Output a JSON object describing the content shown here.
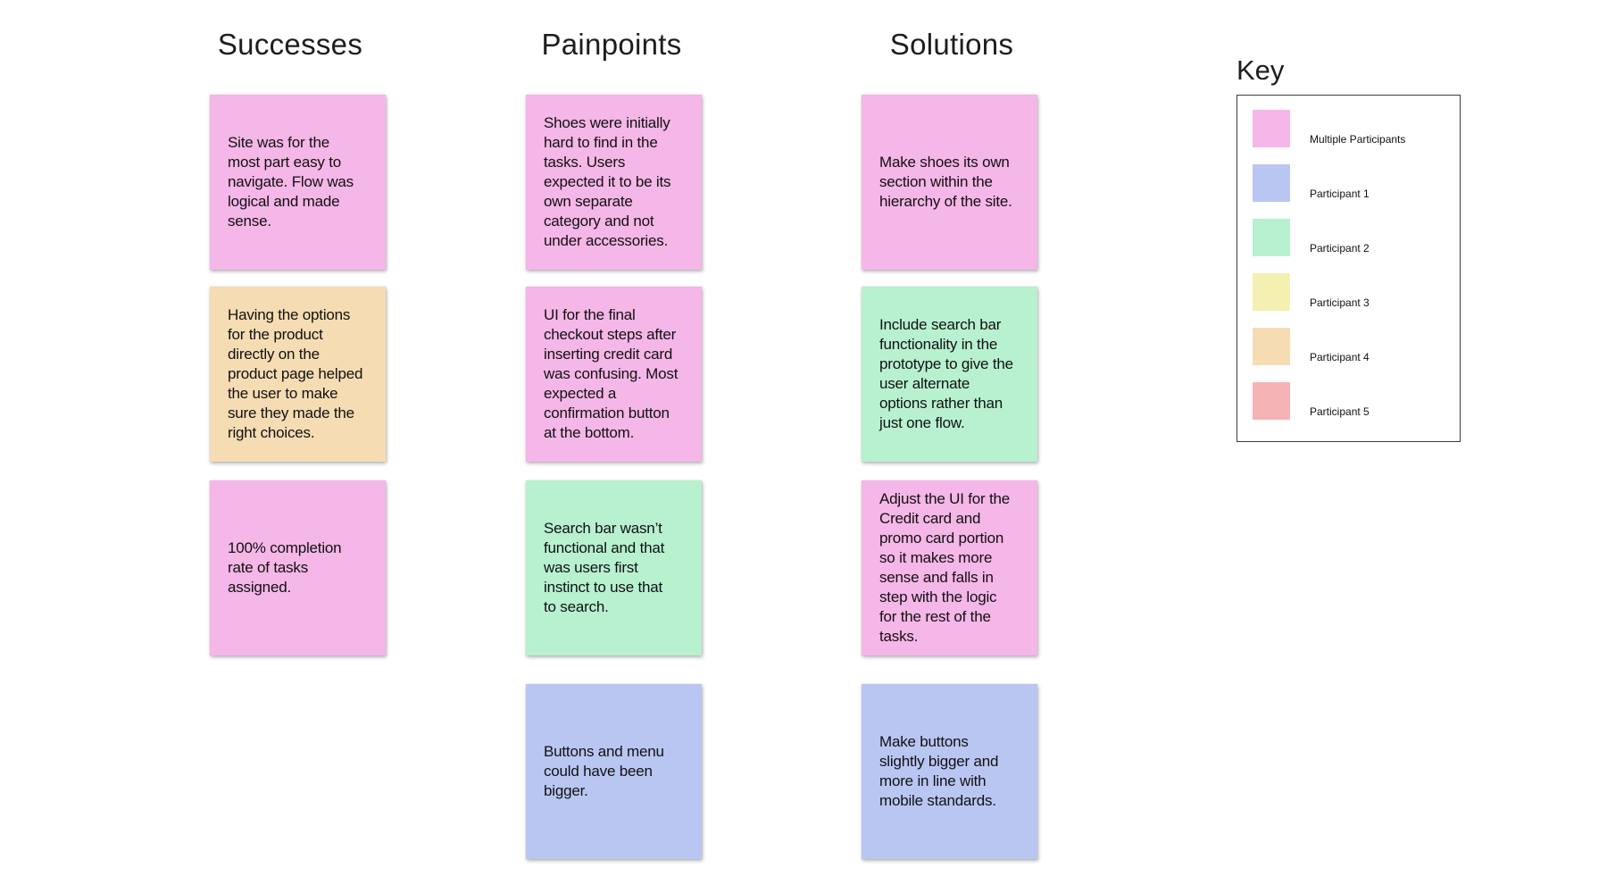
{
  "board": {
    "columns": [
      {
        "title": "Successes",
        "notes": [
          {
            "text": "Site was for the\nmost part easy to\nnavigate. Flow was\nlogical and made\nsense.",
            "participant": "multiple"
          },
          {
            "text": "Having the options\nfor the product\ndirectly on the\nproduct page helped\nthe user to make\nsure they made the\nright choices.",
            "participant": "participant4"
          },
          {
            "text": "100% completion\nrate of tasks\nassigned.",
            "participant": "multiple"
          }
        ]
      },
      {
        "title": "Painpoints",
        "notes": [
          {
            "text": "Shoes were initially\nhard to find in the\ntasks. Users\nexpected it to be its\nown separate\ncategory and not\nunder accessories.",
            "participant": "multiple"
          },
          {
            "text": "UI for the final\ncheckout steps after\ninserting credit card\nwas confusing. Most\nexpected a\nconfirmation button\nat the bottom.",
            "participant": "multiple"
          },
          {
            "text": "Search bar wasn’t\nfunctional and that\nwas users first\ninstinct to use that\nto search.",
            "participant": "participant2"
          },
          {
            "text": "Buttons and menu\ncould have been\nbigger.",
            "participant": "participant1"
          }
        ]
      },
      {
        "title": "Solutions",
        "notes": [
          {
            "text": "Make shoes its own\nsection within the\nhierarchy of the site.",
            "participant": "multiple"
          },
          {
            "text": "Include search bar\nfunctionality in the\nprototype to give the\nuser alternate\noptions rather than\njust one flow.",
            "participant": "participant2"
          },
          {
            "text": "Adjust the UI for the\nCredit card and\npromo card portion\nso it makes more\nsense and falls in\nstep with the logic\nfor the rest of the\ntasks.",
            "participant": "multiple"
          },
          {
            "text": "Make buttons\nslightly bigger and\nmore in line with\nmobile standards.",
            "participant": "participant1"
          }
        ]
      }
    ]
  },
  "key": {
    "title": "Key",
    "entries": [
      {
        "label": "Multiple Participants",
        "participant": "multiple"
      },
      {
        "label": "Participant 1",
        "participant": "participant1"
      },
      {
        "label": "Participant 2",
        "participant": "participant2"
      },
      {
        "label": "Participant 3",
        "participant": "participant3"
      },
      {
        "label": "Participant 4",
        "participant": "participant4"
      },
      {
        "label": "Participant 5",
        "participant": "participant5"
      }
    ]
  },
  "palette": {
    "multiple": "#f5b6e8",
    "participant1": "#bac6f2",
    "participant2": "#b7f1d0",
    "participant3": "#f4f0b2",
    "participant4": "#f5dcb3",
    "participant5": "#f5b3b6"
  }
}
